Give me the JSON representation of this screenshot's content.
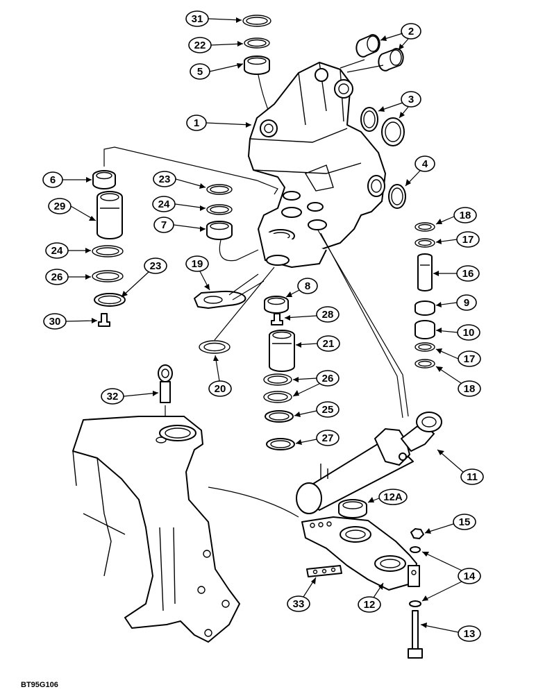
{
  "figure_code": "BT95G106",
  "callouts": [
    {
      "label": "31"
    },
    {
      "label": "22"
    },
    {
      "label": "5"
    },
    {
      "label": "2"
    },
    {
      "label": "3"
    },
    {
      "label": "1"
    },
    {
      "label": "4"
    },
    {
      "label": "6"
    },
    {
      "label": "23"
    },
    {
      "label": "29"
    },
    {
      "label": "24"
    },
    {
      "label": "7"
    },
    {
      "label": "18"
    },
    {
      "label": "17"
    },
    {
      "label": "16"
    },
    {
      "label": "24"
    },
    {
      "label": "26"
    },
    {
      "label": "23"
    },
    {
      "label": "19"
    },
    {
      "label": "8"
    },
    {
      "label": "9"
    },
    {
      "label": "10"
    },
    {
      "label": "30"
    },
    {
      "label": "28"
    },
    {
      "label": "21"
    },
    {
      "label": "17"
    },
    {
      "label": "18"
    },
    {
      "label": "20"
    },
    {
      "label": "26"
    },
    {
      "label": "32"
    },
    {
      "label": "25"
    },
    {
      "label": "27"
    },
    {
      "label": "11"
    },
    {
      "label": "12A"
    },
    {
      "label": "15"
    },
    {
      "label": "14"
    },
    {
      "label": "33"
    },
    {
      "label": "12"
    },
    {
      "label": "13"
    }
  ]
}
